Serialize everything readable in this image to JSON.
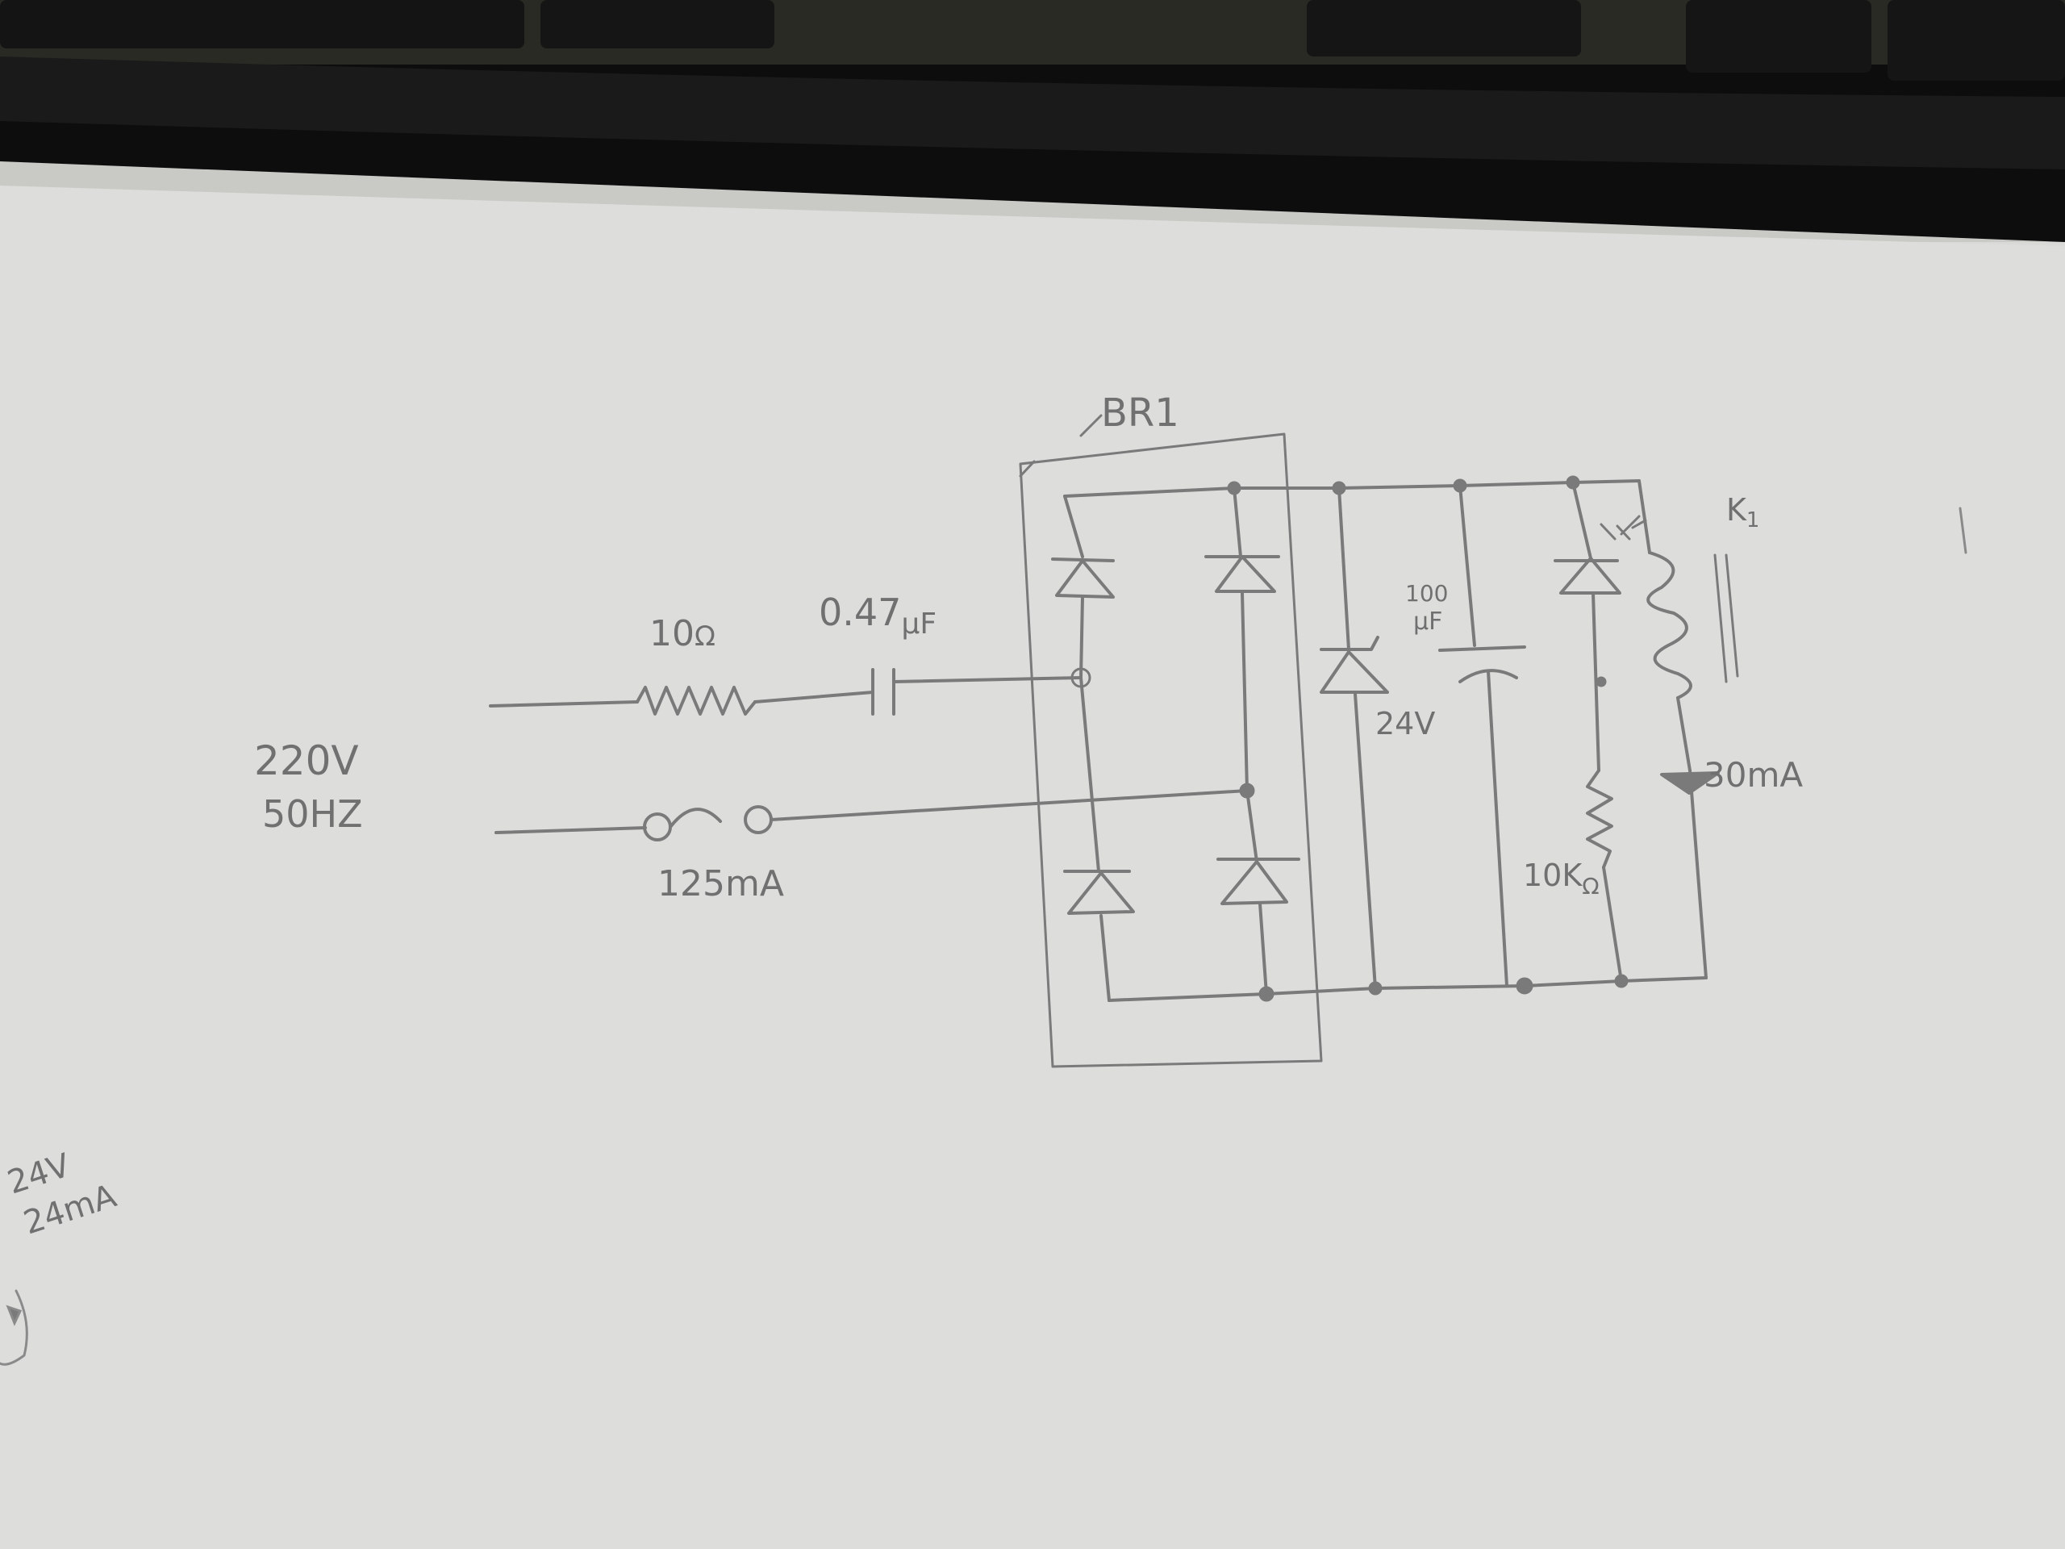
{
  "schematic": {
    "source": {
      "voltage": "220V",
      "frequency": "50HZ"
    },
    "bridge": {
      "designator": "BR1"
    },
    "resistor_series": {
      "value": "10",
      "unit": "Ω"
    },
    "capacitor_series": {
      "value": "0.47",
      "unit": "μF"
    },
    "fuse": {
      "rating": "125mA"
    },
    "zener": {
      "voltage": "24V"
    },
    "capacitor_filter": {
      "value": "100",
      "unit": "μF"
    },
    "resistor_led": {
      "value": "10K",
      "unit": "Ω"
    },
    "relay": {
      "designator": "K",
      "index": "1"
    },
    "relay_current": {
      "value": "30mA"
    },
    "margin_note": {
      "line1": "24V",
      "line2": "24mA"
    }
  },
  "colors": {
    "pencil": "#7a7a7a",
    "paper": "#dededc",
    "keyboard": "#111111"
  }
}
